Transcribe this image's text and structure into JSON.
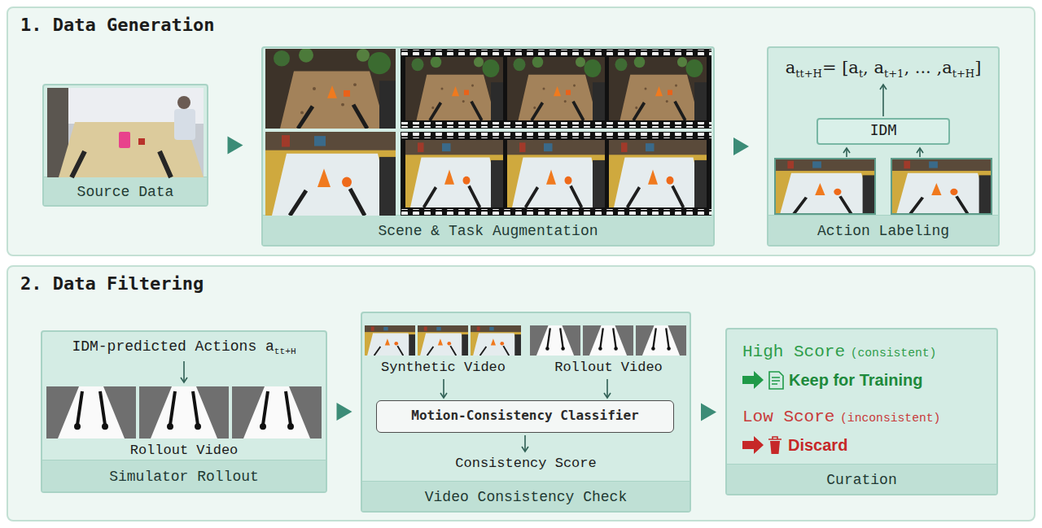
{
  "diagram": {
    "nodes": [
      {
        "text": [
          "1. Data Generation"
        ]
      },
      {
        "text": [
          "Source Data"
        ],
        "in": 0
      },
      {
        "text": [
          "Scene & Task Augmentation"
        ],
        "in": 0
      },
      {
        "text": [
          "a",
          "tt+H",
          "= [a",
          "t",
          ", a",
          "t+1",
          ", ... ,a",
          "t+H",
          "]",
          "Action Labeling"
        ],
        "in": 0
      },
      {
        "text": [
          "IDM"
        ],
        "in": 3
      },
      {
        "text": [
          "2. Data Filtering"
        ]
      },
      {
        "text": [
          "IDM-predicted Actions a",
          "tt+H",
          "Rollout Video",
          "Simulator Rollout"
        ],
        "in": 5
      },
      {
        "text": [
          "Synthetic Video",
          "Rollout Video",
          "Consistency Score",
          "Video Consistency Check"
        ],
        "in": 5
      },
      {
        "text": [
          "Motion-Consistency Classifier"
        ],
        "in": 7
      },
      {
        "text": [
          "High Score",
          "(consistent)",
          "Keep for Training",
          "Low Score",
          "(inconsistent)",
          "Discard",
          "Curation"
        ],
        "in": 5
      }
    ],
    "edges": [
      {
        "from": 1,
        "to": 2,
        "arrow": "to"
      },
      {
        "from": 2,
        "to": 3,
        "arrow": "to"
      },
      {
        "from": 6,
        "to": 7,
        "arrow": "to"
      },
      {
        "from": 7,
        "to": 9,
        "arrow": "to"
      }
    ]
  }
}
